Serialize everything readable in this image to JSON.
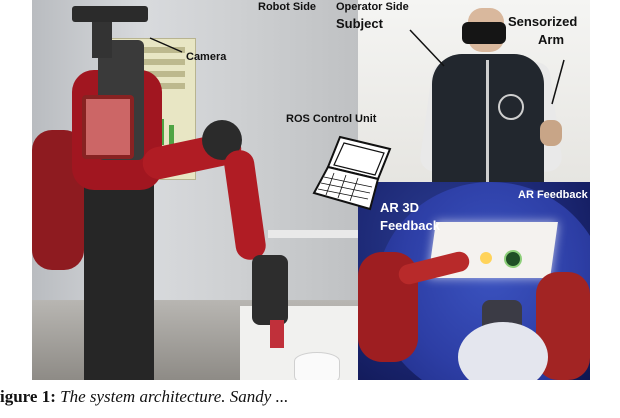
{
  "labels": {
    "camera": "Camera",
    "robot_side": "Robot Side",
    "operator_side": "Operator Side",
    "subject": "Subject",
    "sensorized_line1": "Sensorized",
    "sensorized_line2": "Arm",
    "ros_control_unit": "ROS Control Unit",
    "ar_feedback": "AR Feedback",
    "ar_3d_line1": "AR 3D",
    "ar_3d_line2": "Feedback"
  },
  "caption": {
    "label": "igure 1:",
    "text": " The system architecture. Sandy ... "
  }
}
